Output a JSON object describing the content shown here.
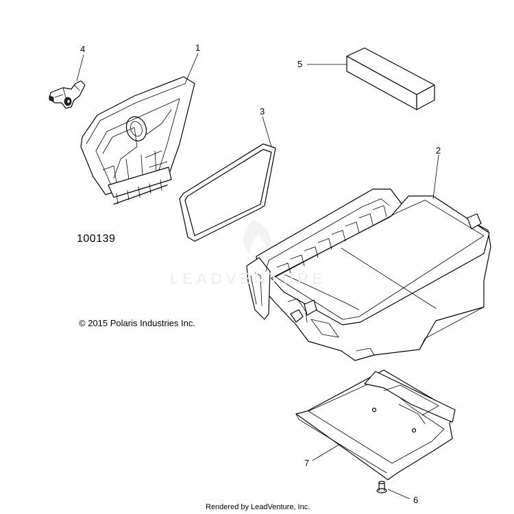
{
  "diagram": {
    "diagram_id": "100139",
    "copyright": "© 2015 Polaris Industries Inc.",
    "footer": "Rendered by LeadVenture, Inc.",
    "watermark": "LEADVENTURE"
  },
  "callouts": [
    {
      "number": "1",
      "part": "cover"
    },
    {
      "number": "2",
      "part": "box"
    },
    {
      "number": "3",
      "part": "seal"
    },
    {
      "number": "4",
      "part": "latch"
    },
    {
      "number": "5",
      "part": "block"
    },
    {
      "number": "6",
      "part": "screw"
    },
    {
      "number": "7",
      "part": "tray"
    }
  ],
  "colors": {
    "line": "#000000",
    "background": "#ffffff",
    "watermark": "#ececec"
  }
}
